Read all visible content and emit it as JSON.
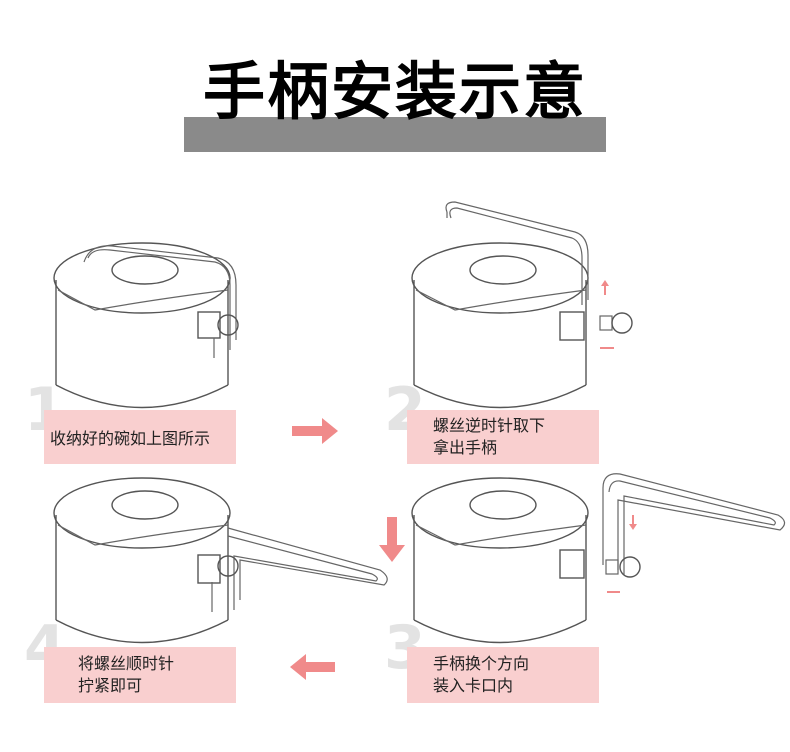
{
  "title": "手柄安装示意",
  "steps": [
    {
      "number": "1",
      "text": "收纳好的碗如上图所示"
    },
    {
      "number": "2",
      "text_line1": "螺丝逆时针取下",
      "text_line2": "拿出手柄"
    },
    {
      "number": "3",
      "text_line1": "手柄换个方向",
      "text_line2": "装入卡口内"
    },
    {
      "number": "4",
      "text_line1": "将螺丝顺时针",
      "text_line2": "拧紧即可"
    }
  ],
  "colors": {
    "label_bg": "#f9cfcf",
    "arrow": "#f08a8a",
    "title_bar": "#8a8a8a"
  }
}
